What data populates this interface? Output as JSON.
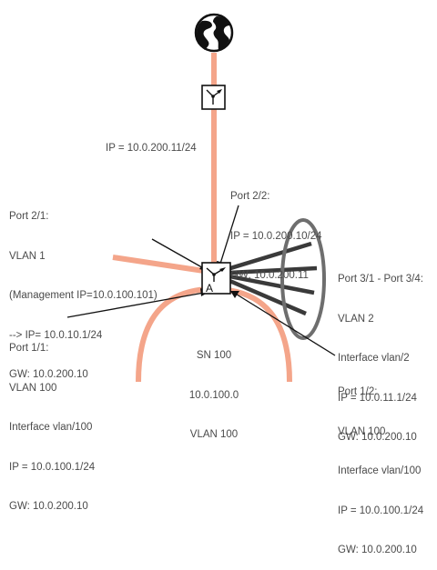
{
  "labels": {
    "router_ip": "IP = 10.0.200.11/24",
    "port_2_2": {
      "title": "Port 2/2:",
      "ip": "IP = 10.0.200.10/24",
      "gw": "GW: 10.0.200.11"
    },
    "port_2_1": {
      "title": "Port 2/1:",
      "vlan": "VLAN 1",
      "mgmt": "(Management IP=10.0.100.101)",
      "ip": "--> IP= 10.0.10.1/24",
      "gw": "GW: 10.0.200.10"
    },
    "port_3": {
      "title": "Port 3/1 - Port 3/4:",
      "vlan": "VLAN 2",
      "iface": "Interface vlan/2",
      "ip": "IP = 10.0.11.1/24",
      "gw": "GW: 10.0.200.10"
    },
    "port_1_1": {
      "title": "Port 1/1:",
      "vlan": "VLAN 100",
      "iface": "Interface vlan/100",
      "ip": "IP = 10.0.100.1/24",
      "gw": "GW: 10.0.200.10"
    },
    "port_1_2": {
      "title": "Port 1/2:",
      "vlan": "VLAN 100",
      "iface": "Interface vlan/100",
      "ip": "IP = 10.0.100.1/24",
      "gw": "GW: 10.0.200.10"
    },
    "subnet": {
      "name": "SN 100",
      "net": "10.0.100.0",
      "vlan": "VLAN 100"
    },
    "switch_tag": "A"
  },
  "colors": {
    "link": "#f4a58a",
    "dark_link": "#3a3a3a",
    "ring": "#6e6e6e",
    "line": "#111111"
  },
  "icons": {
    "internet": "globe-icon",
    "router": "router-icon",
    "switch": "switch-icon"
  }
}
